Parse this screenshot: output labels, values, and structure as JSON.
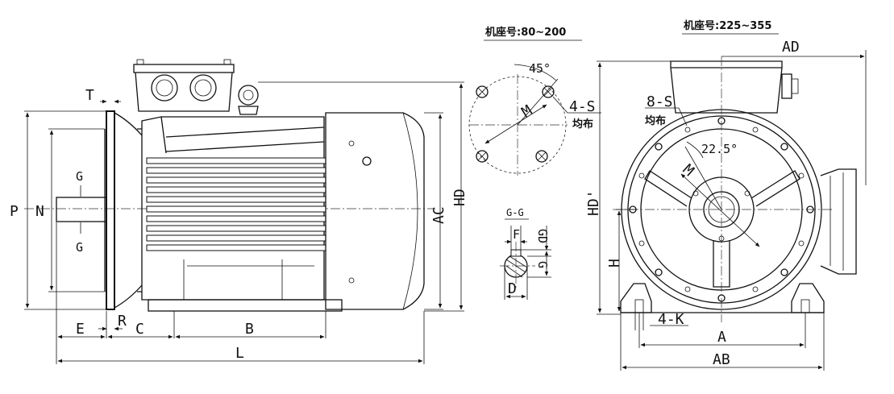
{
  "frame_range_left": "机座号:80~200",
  "frame_range_right": "机座号:225~355",
  "section_title": "G-G",
  "evenly_distributed": "均布",
  "side_view": {
    "dims": {
      "T": "T",
      "P": "P",
      "N": "N",
      "G_top": "G",
      "G_bottom": "G",
      "E": "E",
      "R": "R",
      "C": "C",
      "B": "B",
      "L": "L",
      "AC": "AC",
      "HD": "HD"
    }
  },
  "flange_detail": {
    "angle": "45°",
    "holes": "4-S",
    "M": "M"
  },
  "shaft_section": {
    "F": "F",
    "GD": "GD",
    "G": "G",
    "D": "D"
  },
  "end_view": {
    "dims": {
      "AD": "AD",
      "holes": "8-S",
      "angle": "22.5°",
      "M": "M",
      "HD_prime": "HD'",
      "H": "H",
      "K": "4-K",
      "A": "A",
      "AB": "AB"
    }
  }
}
